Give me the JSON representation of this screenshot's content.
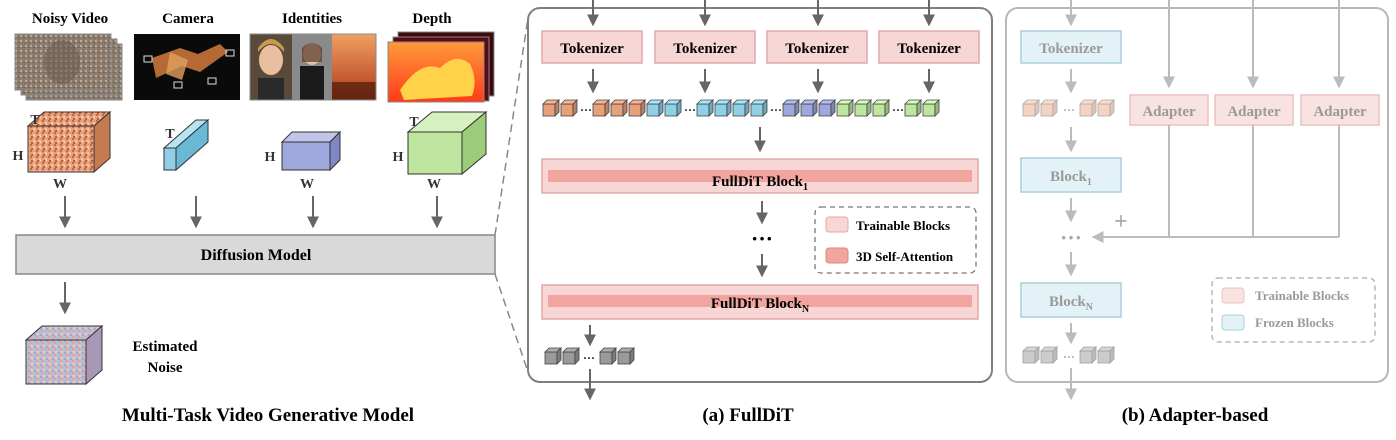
{
  "left": {
    "inputs": [
      {
        "label": "Noisy Video",
        "icon": "noisy-video-thumbnail"
      },
      {
        "label": "Camera",
        "icon": "camera-trajectory-thumbnail"
      },
      {
        "label": "Identities",
        "icon": "identity-photos-thumbnail"
      },
      {
        "label": "Depth",
        "icon": "depth-map-thumbnail"
      }
    ],
    "axis": {
      "t": "T",
      "h": "H",
      "w": "W"
    },
    "diffusion_label": "Diffusion Model",
    "output_label_line1": "Estimated",
    "output_label_line2": "Noise",
    "caption": "Multi-Task Video Generative Model"
  },
  "fulldit": {
    "tokenizers": [
      "Tokenizer",
      "Tokenizer",
      "Tokenizer",
      "Tokenizer"
    ],
    "ellipsis": "···",
    "block1_label": "FullDiT Block",
    "block1_sub": "1",
    "blockN_label": "FullDiT Block",
    "blockN_sub": "N",
    "vertical_dots": "···",
    "legend": {
      "trainable": "Trainable Blocks",
      "attention": "3D Self-Attention"
    },
    "caption": "(a) FullDiT"
  },
  "adapter": {
    "tokenizer": "Tokenizer",
    "adapters": [
      "Adapter",
      "Adapter",
      "Adapter"
    ],
    "block1_label": "Block",
    "block1_sub": "1",
    "blockN_label": "Block",
    "blockN_sub": "N",
    "vertical_dots": "···",
    "plus": "+",
    "legend": {
      "trainable": "Trainable Blocks",
      "frozen": "Frozen Blocks"
    },
    "caption": "(b) Adapter-based"
  },
  "colors": {
    "video": "#e8a07c",
    "camera": "#8fd0e6",
    "identity": "#9fa8dc",
    "depth": "#bfe6a0",
    "trainable": "#f9d6d6",
    "trainable_border": "#e8a0a0",
    "attention": "#f2a59e",
    "frozen": "#e3f2f7",
    "frozen_border": "#a9cfdc",
    "diffusion": "#d9d9d9",
    "panel_border": "#7f7f7f",
    "gray_cube": "#9a9a9a"
  }
}
